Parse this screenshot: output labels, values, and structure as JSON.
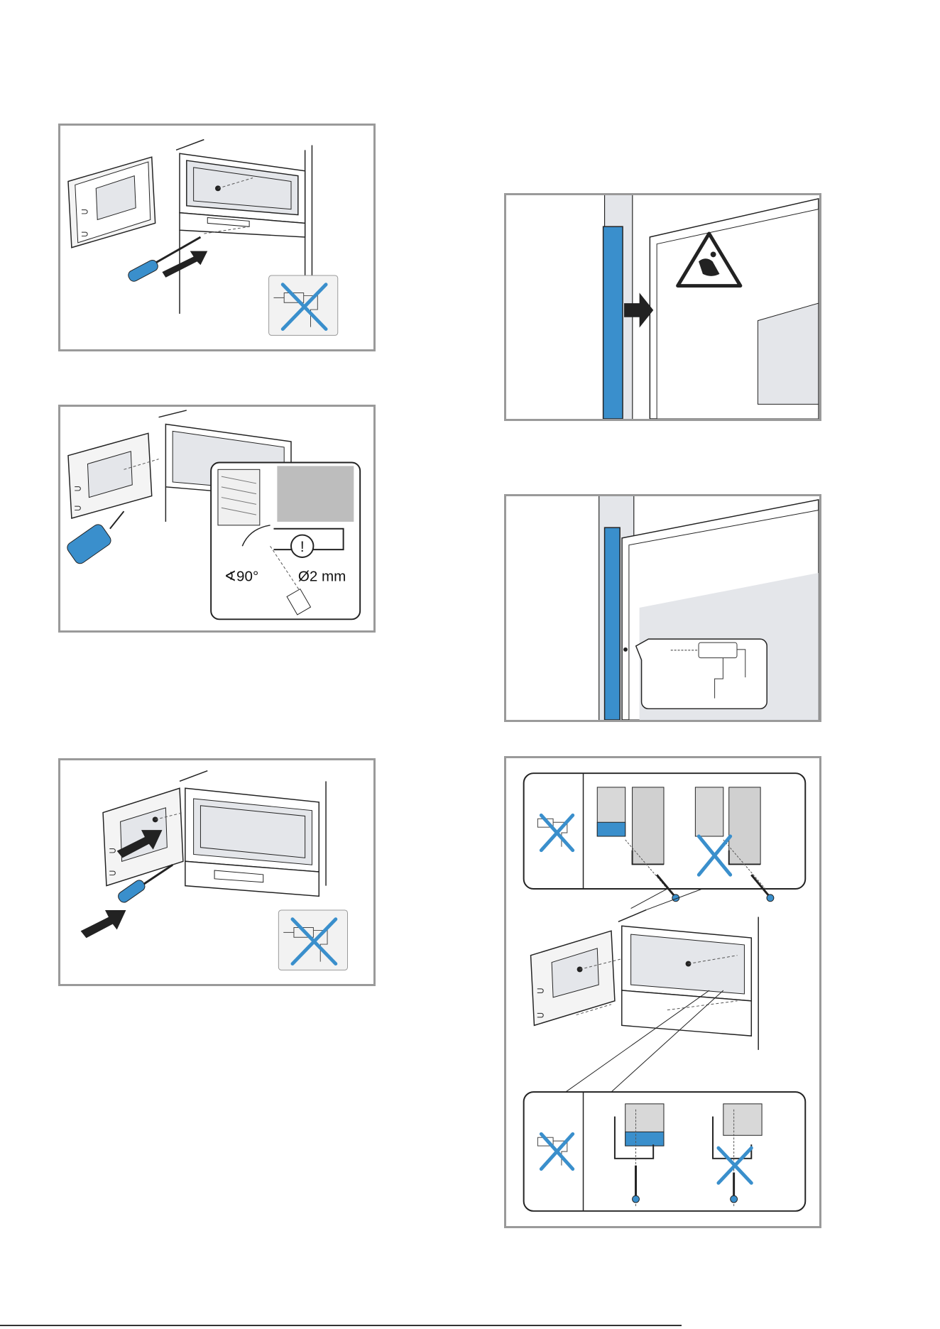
{
  "figures": [
    {
      "id": "fig-screw-bottom"
    },
    {
      "id": "fig-drill-door"
    },
    {
      "id": "fig-screw-door"
    },
    {
      "id": "fig-seal-strip"
    },
    {
      "id": "fig-drill-frame"
    },
    {
      "id": "fig-fastening-detail"
    }
  ],
  "drill_detail": {
    "angle_label": "∢90°",
    "diameter_label": "Ø2 mm",
    "attention_mark": "!"
  },
  "colors": {
    "accent_blue": "#3a8fcc",
    "panel_border": "#9a9a9a",
    "oven_fill": "#e4e6ea",
    "line": "#222222"
  },
  "icons": [
    "screwdriver-icon",
    "drill-icon",
    "prohibited-cross-icon",
    "warning-hand-injury-icon",
    "push-arrow-icon",
    "screw-icon"
  ]
}
